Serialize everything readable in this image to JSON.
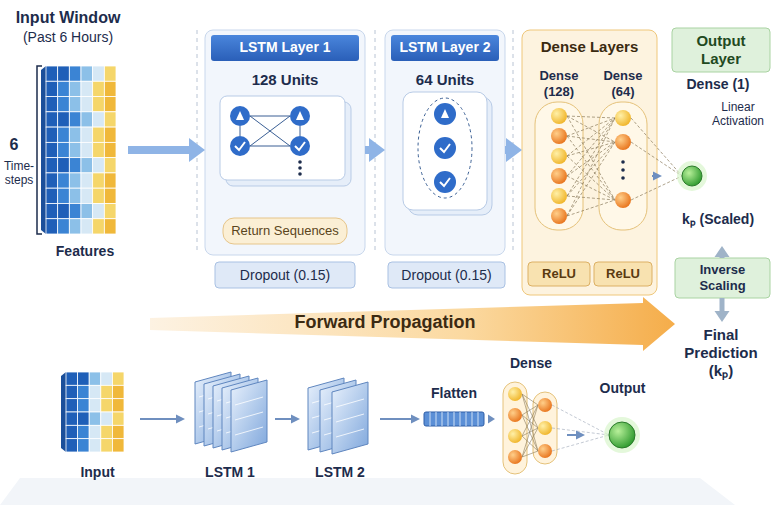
{
  "diagram": {
    "nodes": [
      {
        "text": [
          "Input Window",
          "(Past 6 Hours)"
        ]
      },
      {
        "text": [
          "LSTM Layer 1",
          "128 Units"
        ]
      },
      {
        "text": [
          "Return Sequences"
        ],
        "in": 1
      },
      {
        "text": [
          "Dropout (0.15)"
        ]
      },
      {
        "text": [
          "LSTM Layer 2",
          "64 Units"
        ]
      },
      {
        "text": [
          "Dropout (0.15)"
        ]
      },
      {
        "text": [
          "Dense Layers"
        ]
      },
      {
        "text": [
          "Dense (128)"
        ],
        "in": 6
      },
      {
        "text": [
          "ReLU"
        ],
        "in": 6
      },
      {
        "text": [
          "Dense (64)"
        ],
        "in": 6
      },
      {
        "text": [
          "ReLU"
        ],
        "in": 6
      },
      {
        "text": [
          "Output Layer"
        ]
      },
      {
        "text": [
          "Dense (1)",
          "Linear Activation",
          "kₚ (Scaled)"
        ]
      },
      {
        "text": [
          "Inverse Scaling"
        ]
      },
      {
        "text": [
          "Final Prediction (kₚ)"
        ]
      },
      {
        "text": [
          "Forward Propagation"
        ]
      },
      {
        "text": [
          "Input"
        ]
      },
      {
        "text": [
          "LSTM 1"
        ]
      },
      {
        "text": [
          "LSTM 2"
        ]
      },
      {
        "text": [
          "Flatten"
        ]
      },
      {
        "text": [
          "Dense"
        ]
      },
      {
        "text": [
          "Output"
        ]
      }
    ],
    "edges": [
      {
        "from": 0,
        "to": 1,
        "arrow": "to"
      },
      {
        "from": 1,
        "to": 4,
        "arrow": "to"
      },
      {
        "from": 4,
        "to": 6,
        "arrow": "to"
      },
      {
        "from": 9,
        "to": 12,
        "arrow": "to"
      },
      {
        "from": 13,
        "to": 12,
        "arrow": "to"
      },
      {
        "from": 13,
        "to": 14,
        "arrow": "to"
      },
      {
        "from": 16,
        "to": 17,
        "arrow": "to"
      },
      {
        "from": 17,
        "to": 18,
        "arrow": "to"
      },
      {
        "from": 18,
        "to": 19,
        "arrow": "to"
      },
      {
        "from": 19,
        "to": 20,
        "arrow": "to"
      },
      {
        "from": 20,
        "to": 21,
        "arrow": "to"
      }
    ],
    "labels": [
      "6",
      "Time- steps",
      "Features"
    ]
  }
}
